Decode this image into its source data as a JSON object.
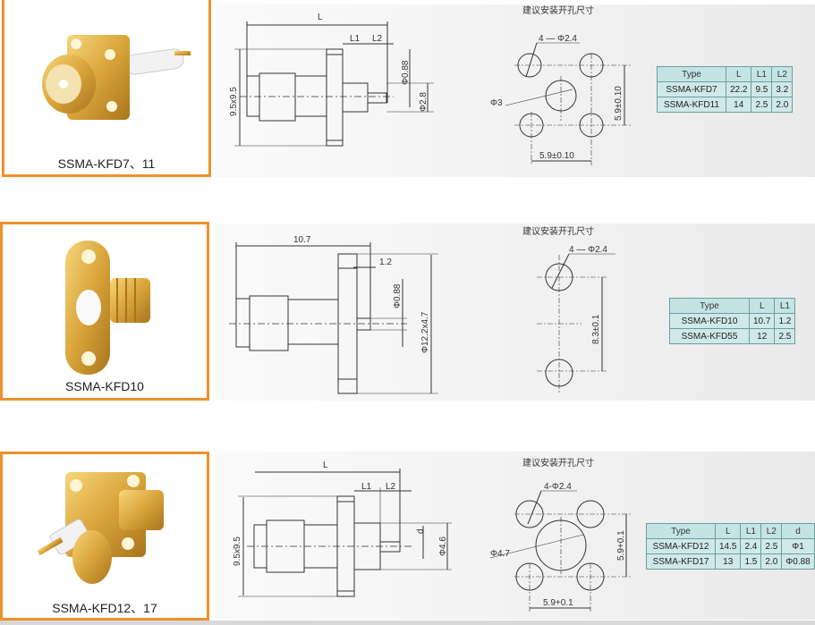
{
  "hole_title": "建议安装开孔尺寸",
  "sections": [
    {
      "caption": "SSMA-KFD7、11",
      "drawing": {
        "L": "L",
        "L1": "L1",
        "L2": "L2",
        "pin_dia": "Φ0.88",
        "body_dia": "Φ2.8",
        "flange": "9.5x9.5"
      },
      "holes": {
        "small": "4 — Φ2.4",
        "center": "Φ3",
        "v": "5.9±0.10",
        "h": "5.9±0.10"
      },
      "table": {
        "headers": [
          "Type",
          "L",
          "L1",
          "L2"
        ],
        "rows": [
          [
            "SSMA-KFD7",
            "22.2",
            "9.5",
            "3.2"
          ],
          [
            "SSMA-KFD11",
            "14",
            "2.5",
            "2.0"
          ]
        ]
      }
    },
    {
      "caption": "SSMA-KFD10",
      "drawing": {
        "L": "10.7",
        "L1": "1.2",
        "pin_dia": "Φ0.88",
        "flange": "Φ12.2x4.7"
      },
      "holes": {
        "small": "4 — Φ2.4",
        "v": "8.3±0.1"
      },
      "table": {
        "headers": [
          "Type",
          "L",
          "L1"
        ],
        "rows": [
          [
            "SSMA-KFD10",
            "10.7",
            "1.2"
          ],
          [
            "SSMA-KFD55",
            "12",
            "2.5"
          ]
        ]
      }
    },
    {
      "caption": "SSMA-KFD12、17",
      "drawing": {
        "L": "L",
        "L1": "L1",
        "L2": "L2",
        "pin_dia": "d",
        "body_dia": "Φ4.6",
        "flange": "9.5x9.5"
      },
      "holes": {
        "small": "4-Φ2.4",
        "center": "Φ4.7",
        "v": "5.9+0.1",
        "h": "5.9+0.1"
      },
      "table": {
        "headers": [
          "Type",
          "L",
          "L1",
          "L2",
          "d"
        ],
        "rows": [
          [
            "SSMA-KFD12",
            "14.5",
            "2.4",
            "2.5",
            "Φ1"
          ],
          [
            "SSMA-KFD17",
            "13",
            "1.5",
            "2.0",
            "Φ0.88"
          ]
        ]
      }
    }
  ],
  "colors": {
    "accent_border": "#f0902a",
    "table_fill": "#cfe9e9",
    "gold": "#d9a43a"
  }
}
